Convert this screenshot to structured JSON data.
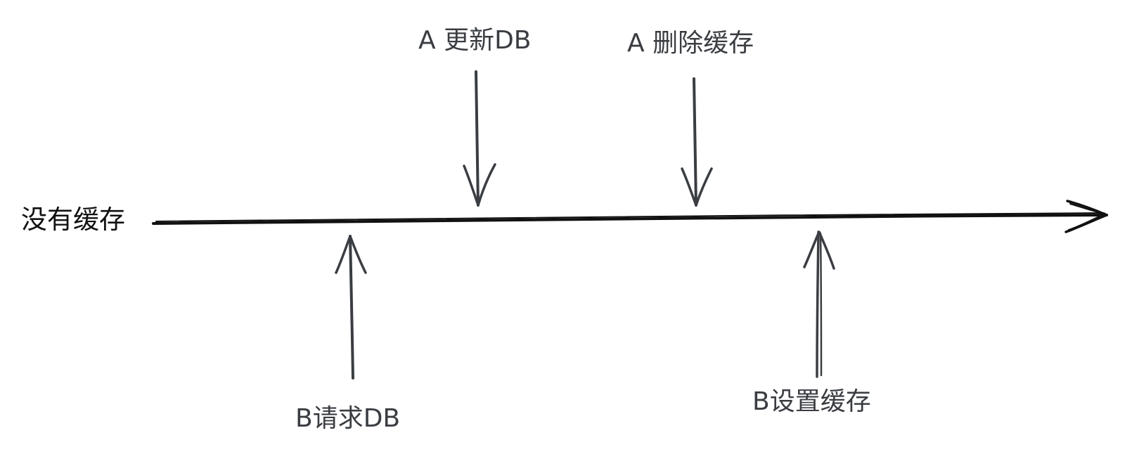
{
  "timeline": {
    "start_label": "没有缓存",
    "line_color": "#111111",
    "arrow_color": "#3a3d42"
  },
  "events": [
    {
      "id": "a-update-db",
      "label": "A 更新DB",
      "actor": "A",
      "side": "above",
      "order": 2
    },
    {
      "id": "a-delete-cache",
      "label": "A 删除缓存",
      "actor": "A",
      "side": "above",
      "order": 3
    },
    {
      "id": "b-request-db",
      "label": "B请求DB",
      "actor": "B",
      "side": "below",
      "order": 1
    },
    {
      "id": "b-set-cache",
      "label": "B设置缓存",
      "actor": "B",
      "side": "below",
      "order": 4
    }
  ]
}
